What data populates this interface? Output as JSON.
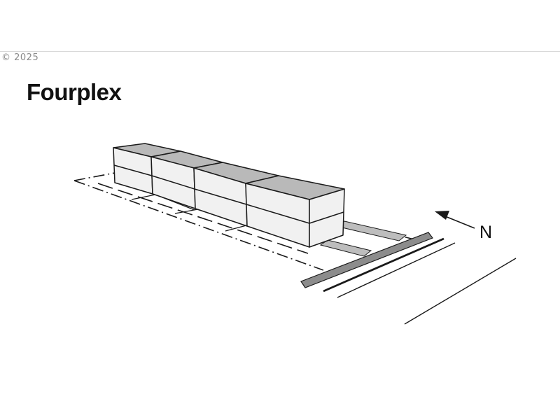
{
  "copyright": "© 2025",
  "title": "Fourplex",
  "diagram": {
    "north_label": "N",
    "colors": {
      "roof": "#b9b9b9",
      "wall": "#f1f1f1",
      "stroke": "#1a1a1a",
      "sidewalk": "#8c8c8c",
      "driveway": "#bdbdbd"
    }
  }
}
